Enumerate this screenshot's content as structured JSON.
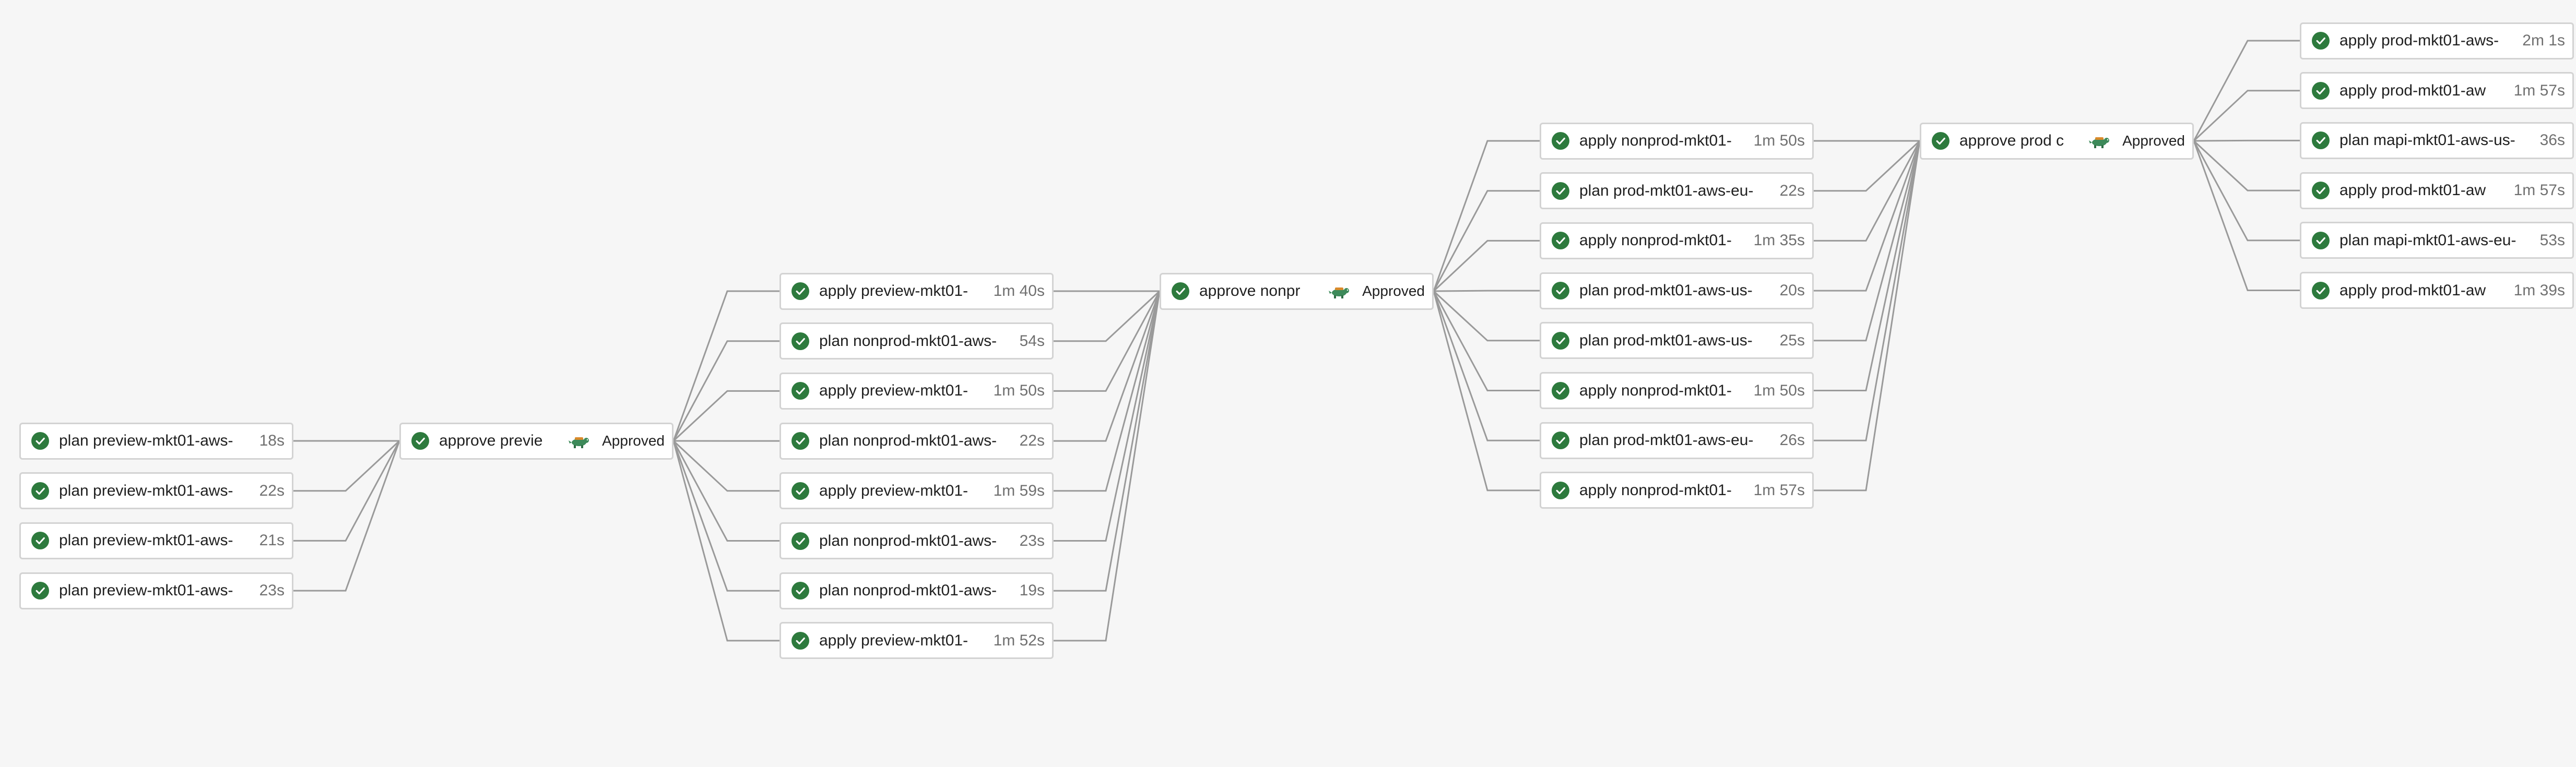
{
  "colors": {
    "background": "#f6f6f6",
    "node_border": "#d3d3d3",
    "success": "#2d7a3d",
    "edge": "#9a9a9a",
    "duration_text": "#707070"
  },
  "stages": [
    {
      "jobs": [
        {
          "name": "plan preview-mkt01-aws-",
          "duration": "18s",
          "icon": "check-circle-icon"
        },
        {
          "name": "plan preview-mkt01-aws-",
          "duration": "22s",
          "icon": "check-circle-icon"
        },
        {
          "name": "plan preview-mkt01-aws-",
          "duration": "21s",
          "icon": "check-circle-icon"
        },
        {
          "name": "plan preview-mkt01-aws-",
          "duration": "23s",
          "icon": "check-circle-icon"
        }
      ]
    },
    {
      "approval": {
        "name": "approve previe",
        "status": "Approved",
        "icon": "check-circle-icon",
        "avatar": "approver-avatar-icon"
      }
    },
    {
      "jobs": [
        {
          "name": "apply preview-mkt01-",
          "duration": "1m 40s",
          "icon": "check-circle-icon"
        },
        {
          "name": "plan nonprod-mkt01-aws-",
          "duration": "54s",
          "icon": "check-circle-icon"
        },
        {
          "name": "apply preview-mkt01-",
          "duration": "1m 50s",
          "icon": "check-circle-icon"
        },
        {
          "name": "plan nonprod-mkt01-aws-",
          "duration": "22s",
          "icon": "check-circle-icon"
        },
        {
          "name": "apply preview-mkt01-",
          "duration": "1m 59s",
          "icon": "check-circle-icon"
        },
        {
          "name": "plan nonprod-mkt01-aws-",
          "duration": "23s",
          "icon": "check-circle-icon"
        },
        {
          "name": "plan nonprod-mkt01-aws-",
          "duration": "19s",
          "icon": "check-circle-icon"
        },
        {
          "name": "apply preview-mkt01-",
          "duration": "1m 52s",
          "icon": "check-circle-icon"
        }
      ]
    },
    {
      "approval": {
        "name": "approve nonpr",
        "status": "Approved",
        "icon": "check-circle-icon",
        "avatar": "approver-avatar-icon"
      }
    },
    {
      "jobs": [
        {
          "name": "apply nonprod-mkt01-",
          "duration": "1m 50s",
          "icon": "check-circle-icon"
        },
        {
          "name": "plan prod-mkt01-aws-eu-",
          "duration": "22s",
          "icon": "check-circle-icon"
        },
        {
          "name": "apply nonprod-mkt01-",
          "duration": "1m 35s",
          "icon": "check-circle-icon"
        },
        {
          "name": "plan prod-mkt01-aws-us-",
          "duration": "20s",
          "icon": "check-circle-icon"
        },
        {
          "name": "plan prod-mkt01-aws-us-",
          "duration": "25s",
          "icon": "check-circle-icon"
        },
        {
          "name": "apply nonprod-mkt01-",
          "duration": "1m 50s",
          "icon": "check-circle-icon"
        },
        {
          "name": "plan prod-mkt01-aws-eu-",
          "duration": "26s",
          "icon": "check-circle-icon"
        },
        {
          "name": "apply nonprod-mkt01-",
          "duration": "1m 57s",
          "icon": "check-circle-icon"
        }
      ]
    },
    {
      "approval": {
        "name": "approve prod c",
        "status": "Approved",
        "icon": "check-circle-icon",
        "avatar": "approver-avatar-icon"
      }
    },
    {
      "jobs": [
        {
          "name": "apply prod-mkt01-aws-",
          "duration": "2m 1s",
          "icon": "check-circle-icon"
        },
        {
          "name": "apply prod-mkt01-aw",
          "duration": "1m 57s",
          "icon": "check-circle-icon"
        },
        {
          "name": "plan mapi-mkt01-aws-us-",
          "duration": "36s",
          "icon": "check-circle-icon"
        },
        {
          "name": "apply prod-mkt01-aw",
          "duration": "1m 57s",
          "icon": "check-circle-icon"
        },
        {
          "name": "plan mapi-mkt01-aws-eu-",
          "duration": "53s",
          "icon": "check-circle-icon"
        },
        {
          "name": "apply prod-mkt01-aw",
          "duration": "1m 39s",
          "icon": "check-circle-icon"
        }
      ]
    }
  ]
}
